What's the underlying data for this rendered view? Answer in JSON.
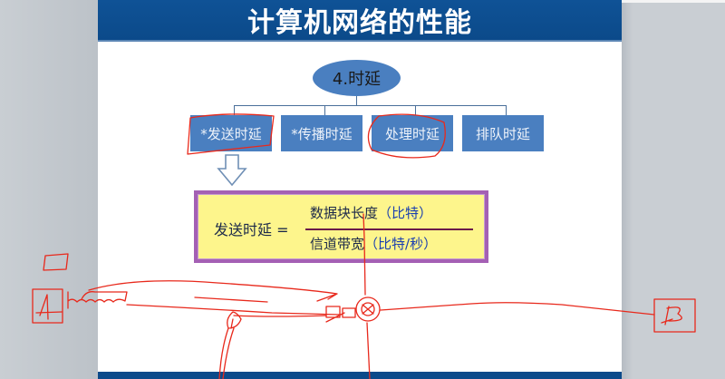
{
  "slide": {
    "title": "计算机网络的性能",
    "root_node": "4.时延",
    "delay_types": [
      {
        "label": "*发送时延",
        "circled": true
      },
      {
        "label": "*传播时延",
        "circled": false
      },
      {
        "label": "处理时延",
        "circled": true
      },
      {
        "label": "排队时延",
        "circled": false
      }
    ],
    "formula": {
      "lhs": "发送时延 =",
      "numerator_text": "数据块长度",
      "numerator_unit": "（比特）",
      "denominator_text": "信道带宽",
      "denominator_unit": "（比特/秒）"
    }
  },
  "annotations": {
    "ink_color": "#e8291c",
    "node_a_label": "A",
    "node_b_label": "B"
  },
  "colors": {
    "title_bar": "#0b4a8a",
    "node_fill": "#4a7fc0",
    "formula_fill": "#fdf58c",
    "formula_border": "#a460b4",
    "workspace": "#c5cacf"
  }
}
